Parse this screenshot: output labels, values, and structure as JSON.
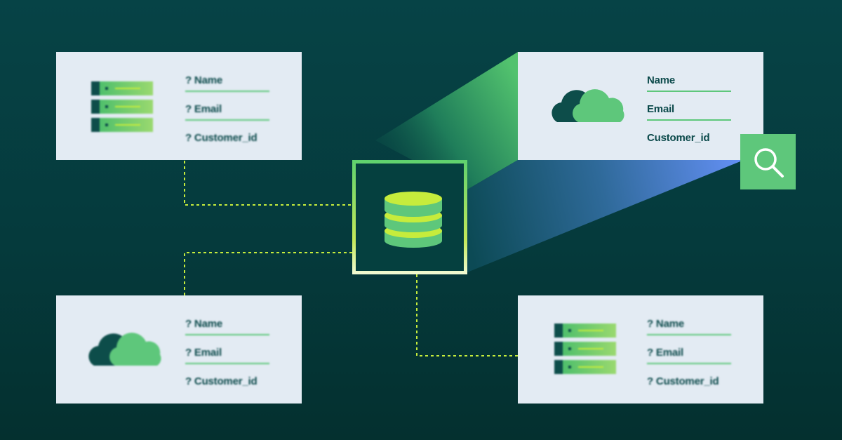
{
  "diagram": {
    "hub_icon": "database-icon",
    "search_icon": "magnifier-icon",
    "colors": {
      "background": "#053d3f",
      "card": "#e3ebf3",
      "accent_green": "#5ec77b",
      "lime": "#c6ec3c",
      "dark_teal": "#0c4a4b",
      "blue": "#5f8cf2"
    },
    "cards": [
      {
        "id": "top-left",
        "icon": "server-stack-icon",
        "fields": [
          "? Name",
          "? Email",
          "? Customer_id"
        ],
        "blurred": true
      },
      {
        "id": "top-right",
        "icon": "cloud-icon",
        "fields": [
          "Name",
          "Email",
          "Customer_id"
        ],
        "blurred": false,
        "highlighted": true
      },
      {
        "id": "bottom-left",
        "icon": "cloud-icon",
        "fields": [
          "? Name",
          "? Email",
          "? Customer_id"
        ],
        "blurred": true
      },
      {
        "id": "bottom-right",
        "icon": "server-stack-icon",
        "fields": [
          "? Name",
          "? Email",
          "? Customer_id"
        ],
        "blurred": true
      }
    ]
  }
}
